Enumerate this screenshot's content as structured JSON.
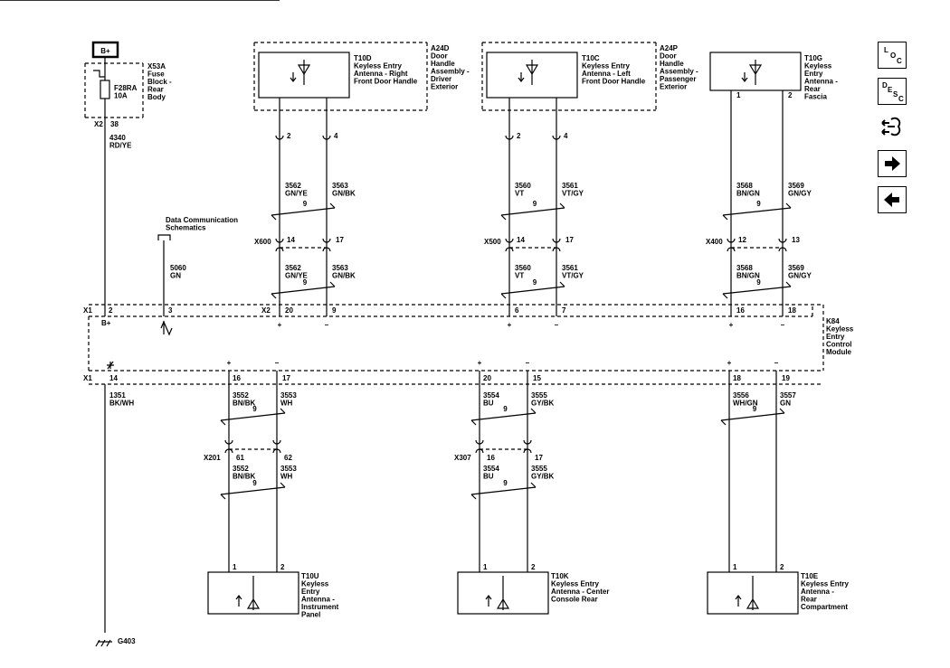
{
  "top_components": [
    {
      "id": "A24D",
      "label": [
        "A24D",
        "Door",
        "Handle",
        "Assembly -",
        "Driver",
        "Exterior"
      ],
      "antenna": [
        "T10D",
        "Keyless Entry",
        "Antenna - Right",
        "Front Door Handle"
      ]
    },
    {
      "id": "A24P",
      "label": [
        "A24P",
        "Door",
        "Handle",
        "Assembly -",
        "Passenger",
        "Exterior"
      ],
      "antenna": [
        "T10C",
        "Keyless Entry",
        "Antenna - Left",
        "Front Door Handle"
      ]
    },
    {
      "id": "T10G",
      "label": [],
      "antenna": [
        "T10G",
        "Keyless",
        "Entry",
        "Antenna -",
        "Rear",
        "Fascia"
      ]
    }
  ],
  "fuse": {
    "power_label": "B+",
    "label": [
      "X53A",
      "Fuse",
      "Block -",
      "Rear",
      "Body"
    ],
    "fuse_name": [
      "F28RA",
      "10A"
    ],
    "connector": "X2",
    "pin": "38",
    "wire": [
      "4340",
      "RD/YE"
    ]
  },
  "data_comm": {
    "label": [
      "Data Communication",
      "Schematics"
    ],
    "wire": [
      "5060",
      "GN"
    ]
  },
  "top_pairs": [
    {
      "pins_top": [
        "2",
        "4"
      ],
      "wires_upper": [
        [
          "3562",
          "GN/YE"
        ],
        [
          "3563",
          "GN/BK"
        ]
      ],
      "twist": "9",
      "inline": "X600",
      "inline_pins": [
        "14",
        "17"
      ],
      "wires_lower": [
        [
          "3562",
          "GN/YE"
        ],
        [
          "3563",
          "GN/BK"
        ]
      ],
      "twist2": "9",
      "conn": "X2",
      "module_pins": [
        "20",
        "9"
      ]
    },
    {
      "pins_top": [
        "2",
        "4"
      ],
      "wires_upper": [
        [
          "3560",
          "VT"
        ],
        [
          "3561",
          "VT/GY"
        ]
      ],
      "twist": "9",
      "inline": "X500",
      "inline_pins": [
        "14",
        "17"
      ],
      "wires_lower": [
        [
          "3560",
          "VT"
        ],
        [
          "3561",
          "VT/GY"
        ]
      ],
      "twist2": "9",
      "conn": "",
      "module_pins": [
        "6",
        "7"
      ]
    },
    {
      "pins_top": [
        "1",
        "2"
      ],
      "wires_upper": [
        [
          "3568",
          "BN/GN"
        ],
        [
          "3569",
          "GN/GY"
        ]
      ],
      "twist": "9",
      "inline": "X400",
      "inline_pins": [
        "12",
        "13"
      ],
      "wires_lower": [
        [
          "3568",
          "BN/GN"
        ],
        [
          "3569",
          "GN/GY"
        ]
      ],
      "twist2": "9",
      "conn": "",
      "module_pins": [
        "16",
        "18"
      ]
    }
  ],
  "module": {
    "label": [
      "K84",
      "Keyless",
      "Entry",
      "Control",
      "Module"
    ],
    "x1_top": "X1",
    "x1_top_pins": [
      "2",
      "3"
    ],
    "bplus": "B+",
    "x1_bot": "X1",
    "ground_pin": "14",
    "polarity": [
      "+",
      "–"
    ]
  },
  "ground": {
    "wire": [
      "1351",
      "BK/WH"
    ],
    "name": "G403"
  },
  "bottom_pairs": [
    {
      "module_pins": [
        "16",
        "17"
      ],
      "wires_upper": [
        [
          "3552",
          "BN/BK"
        ],
        [
          "3553",
          "WH"
        ]
      ],
      "twist": "9",
      "inline": "X201",
      "inline_pins": [
        "61",
        "62"
      ],
      "wires_lower": [
        [
          "3552",
          "BN/BK"
        ],
        [
          "3553",
          "WH"
        ]
      ],
      "twist2": "9",
      "pins_bottom": [
        "1",
        "2"
      ],
      "antenna": [
        "T10U",
        "Keyless",
        "Entry",
        "Antenna -",
        "Instrument",
        "Panel"
      ]
    },
    {
      "module_pins": [
        "20",
        "15"
      ],
      "wires_upper": [
        [
          "3554",
          "BU"
        ],
        [
          "3555",
          "GY/BK"
        ]
      ],
      "twist": "9",
      "inline": "X307",
      "inline_pins": [
        "16",
        "17"
      ],
      "wires_lower": [
        [
          "3554",
          "BU"
        ],
        [
          "3555",
          "GY/BK"
        ]
      ],
      "twist2": "9",
      "pins_bottom": [
        "1",
        "2"
      ],
      "antenna": [
        "T10K",
        "Keyless Entry",
        "Antenna - Center",
        "Console Rear"
      ]
    },
    {
      "module_pins": [
        "18",
        "19"
      ],
      "wires_upper": [
        [
          "3556",
          "WH/GN"
        ],
        [
          "3557",
          "GN"
        ]
      ],
      "twist": "9",
      "inline": "",
      "inline_pins": [],
      "wires_lower": [],
      "twist2": "",
      "pins_bottom": [
        "1",
        "2"
      ],
      "antenna": [
        "T10E",
        "Keyless Entry",
        "Antenna -",
        "Rear",
        "Compartment"
      ]
    }
  ],
  "nav": {
    "loc_letters": [
      "L",
      "O",
      "C"
    ],
    "desc_letters": [
      "D",
      "E",
      "S",
      "C"
    ],
    "icons": [
      "loc-icon",
      "desc-icon",
      "connector-view-icon",
      "next-page-icon",
      "previous-page-icon"
    ]
  }
}
